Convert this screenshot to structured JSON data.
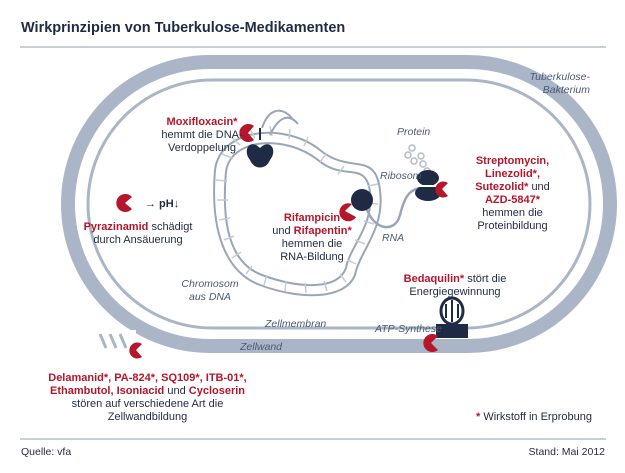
{
  "header": {
    "title": "Wirkprinzipien von Tuberkulose-Medikamenten"
  },
  "labels": {
    "bacterium": [
      "Tuberkulose-",
      "Bakterium"
    ],
    "protein": "Protein",
    "ribosom": "Ribosom",
    "rna": "RNA",
    "chromosome": [
      "Chromosom",
      "aus DNA"
    ],
    "cell_membrane": "Zellmembran",
    "cell_wall": "Zellwand",
    "atp_synthase": "ATP-Synthese",
    "ph_arrow": "→ pH↓"
  },
  "drugs": {
    "moxifloxacin": {
      "name": "Moxifloxacin*",
      "effect_lines": [
        "hemmt die DNA-",
        "Verdoppelung"
      ]
    },
    "pyrazinamid": {
      "name": "Pyrazinamid",
      "effect_first": "schädigt",
      "effect_line2": "durch Ansäuerung"
    },
    "rifampicin": {
      "name1": "Rifampicin",
      "connector": "und",
      "name2": "Rifapentin*",
      "effect_lines": [
        "hemmen die",
        "RNA-Bildung"
      ]
    },
    "streptomycin": {
      "line1": "Streptomycin,",
      "line2": "Linezolid*,",
      "line3_name": "Sutezolid*",
      "line3_connector": "und",
      "line4": "AZD-5847*",
      "effect_lines": [
        "hemmen die",
        "Proteinbildung"
      ]
    },
    "bedaquilin": {
      "name": "Bedaquilin*",
      "effect_first": "stört die",
      "effect_line2": "Energiegewinnung"
    },
    "cellwall_group": {
      "line1": "Delamanid*, PA-824*, SQ109*, ITB-01*,",
      "line2_a": "Ethambutol, Isoniacid",
      "line2_connector": "und",
      "line2_b": "Cycloserin",
      "effect_lines": [
        "stören auf verschiedene Art die",
        "Zellwandbildung"
      ]
    }
  },
  "legend": {
    "asterisk": "*",
    "text": "Wirkstoff in Erprobung"
  },
  "footer": {
    "source": "Quelle: vfa",
    "date": "Stand: Mai 2012"
  },
  "colors": {
    "navy": "#1f2a44",
    "red": "#b5162b",
    "membrane": "#aab6c8",
    "dna": "#9aa6b8"
  }
}
